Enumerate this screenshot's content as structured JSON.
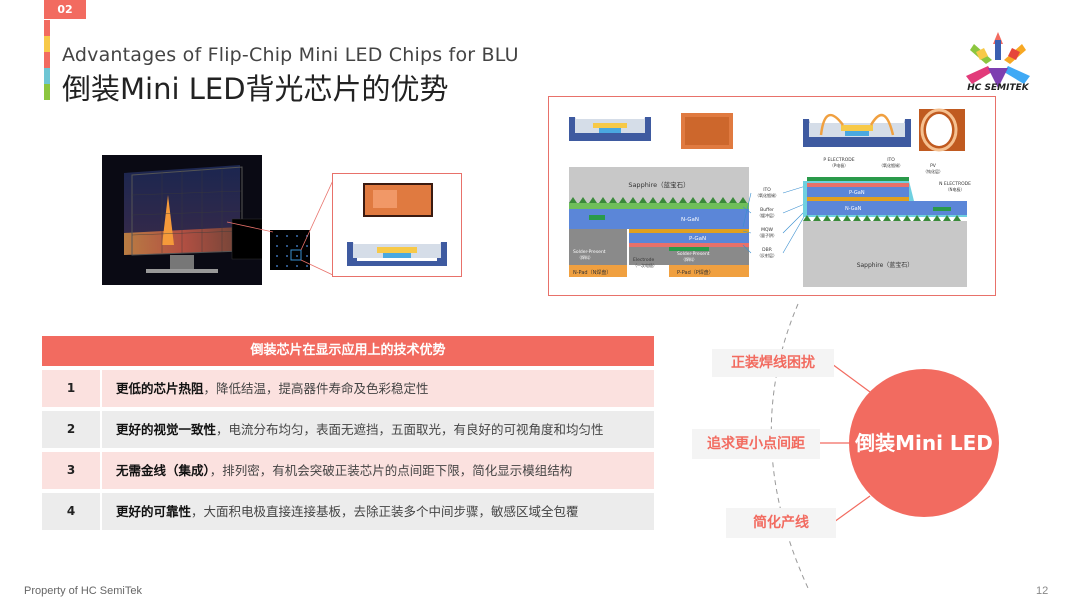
{
  "slide": {
    "page_tag": "02",
    "subtitle_en": "Advantages of Flip-Chip Mini LED Chips for BLU",
    "title_cn": "倒装Mini LED背光芯片的优势",
    "logo_text": "HC SEMITEK",
    "footer": "Property of HC SemiTek",
    "slide_number": "12"
  },
  "colors": {
    "accent": "#f26b60",
    "strip": [
      "#f26b60",
      "#f7c948",
      "#f26b60",
      "#6ec6d4",
      "#8cc63f"
    ]
  },
  "diagram": {
    "left_chip": {
      "sapphire": "Sapphire（蓝宝石）",
      "ngan": "N-GaN",
      "pgan": "P-GaN",
      "solder_left": "Solder-Present",
      "solder_left_cn": "（焊料）",
      "solder_right": "Solder-Present",
      "solder_right_cn": "（焊料）",
      "npad": "N-Pad（N焊盘）",
      "ppad": "P-Pad（P焊盘）",
      "electrode": "Electrode",
      "electrode_cn": "（一次电极）"
    },
    "middle_labels": [
      {
        "en": "ITO",
        "cn": "（氧化铟锡）"
      },
      {
        "en": "Buffer",
        "cn": "（缓冲层）"
      },
      {
        "en": "MQW",
        "cn": "（量子阱）"
      },
      {
        "en": "DBR",
        "cn": "（反射层）"
      }
    ],
    "right_chip": {
      "p_electrode": "P ELECTRODE",
      "p_electrode_cn": "（P电极）",
      "ito": "ITO",
      "ito_cn": "（氧化铟锡）",
      "pv": "PV",
      "pv_cn": "（钝化层）",
      "n_electrode": "N ELECTRODE",
      "n_electrode_cn": "（N电极）",
      "pgan": "P-GaN",
      "ngan": "N-GaN",
      "sapphire": "Sapphire（蓝宝石）"
    }
  },
  "table": {
    "header": "倒装芯片在显示应用上的技术优势",
    "rows": [
      {
        "num": "1",
        "bold": "更低的芯片热阻",
        "rest": "，降低结温，提高器件寿命及色彩稳定性"
      },
      {
        "num": "2",
        "bold": "更好的视觉一致性",
        "rest": "，电流分布均匀，表面无遮挡，五面取光，有良好的可视角度和均匀性"
      },
      {
        "num": "3",
        "bold": "无需金线（集成）",
        "rest": "，排列密，有机会突破正装芯片的点间距下限，简化显示模组结构"
      },
      {
        "num": "4",
        "bold": "更好的可靠性",
        "rest": "，大面积电极直接连接基板，去除正装多个中间步骤，敏感区域全包覆"
      }
    ]
  },
  "circle": {
    "center": "倒装Mini LED",
    "tags": [
      "正装焊线困扰",
      "追求更小点间距",
      "简化产线"
    ]
  }
}
